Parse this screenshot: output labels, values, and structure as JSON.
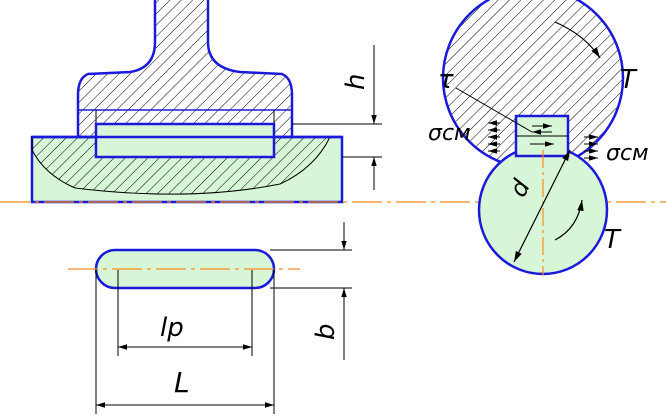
{
  "labels": {
    "h": "h",
    "tau": "τ",
    "sigma_left": "σсм",
    "sigma_right": "σсм",
    "torque_top": "T",
    "torque_bottom": "T",
    "d": "d",
    "lp": "lp",
    "b": "b",
    "L": "L"
  },
  "colors": {
    "outline": "#1a1adb",
    "fill": "#d7f5d7",
    "centerline": "#ff8c1a",
    "line": "#000000",
    "hatch": "#000000"
  }
}
